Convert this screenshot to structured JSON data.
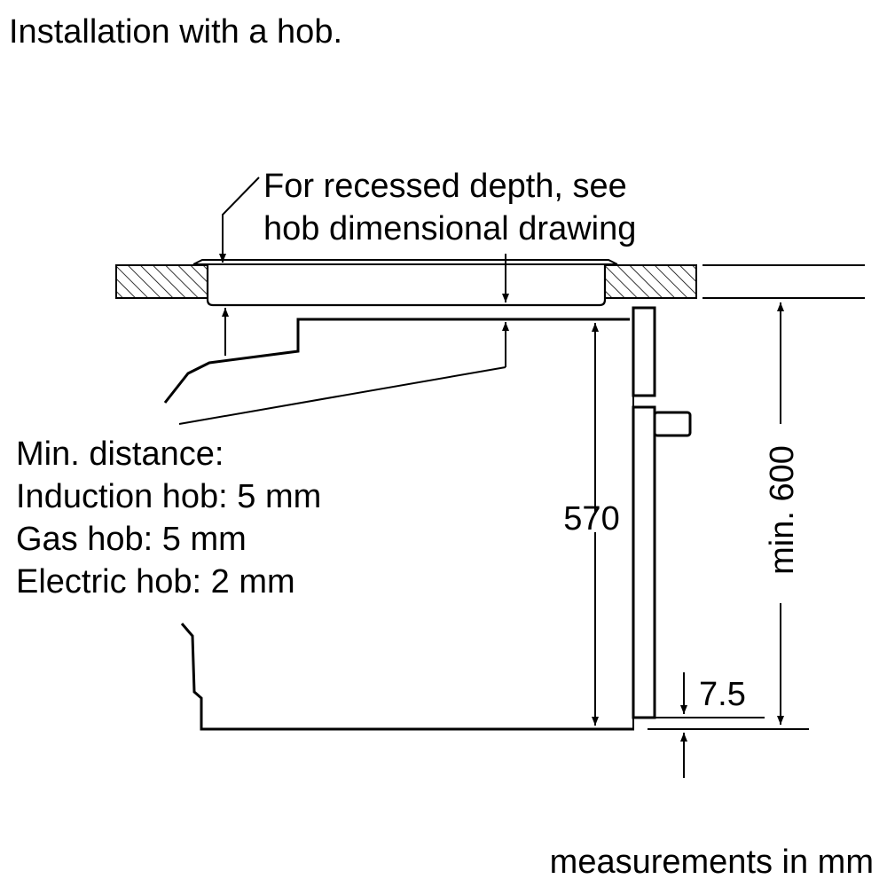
{
  "title": "Installation with a hob.",
  "callout_recess": {
    "line1": "For recessed depth, see",
    "line2": "hob dimensional drawing"
  },
  "min_distance": {
    "heading": "Min. distance:",
    "items": [
      "Induction hob: 5 mm",
      "Gas hob: 5 mm",
      "Electric hob: 2 mm"
    ]
  },
  "dimensions": {
    "oven_height": "570",
    "niche_height": "min. 600",
    "bottom_offset": "7.5"
  },
  "footer": "measurements in mm",
  "colors": {
    "line": "#000000",
    "background": "#ffffff"
  }
}
